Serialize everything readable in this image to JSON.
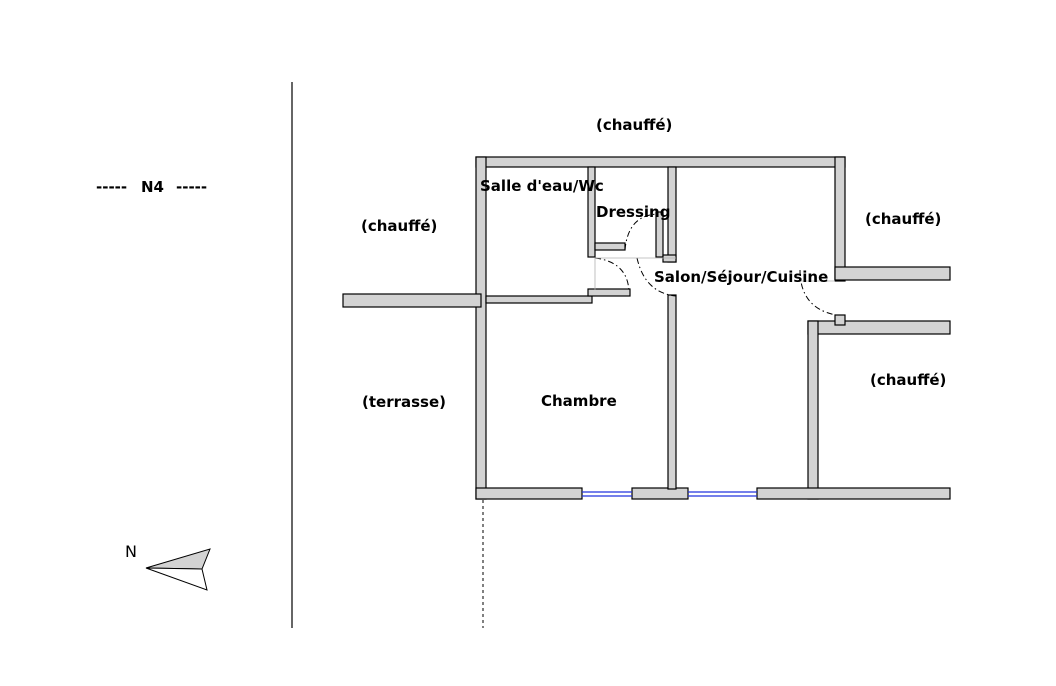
{
  "level": {
    "label": "N4",
    "dash_left": "-----",
    "dash_right": "-----"
  },
  "compass": {
    "label": "N"
  },
  "rooms": [
    {
      "key": "salle_eau",
      "label": "Salle d'eau/Wc"
    },
    {
      "key": "dressing",
      "label": "Dressing"
    },
    {
      "key": "salon",
      "label": "Salon/Séjour/Cuisine"
    },
    {
      "key": "chambre",
      "label": "Chambre"
    }
  ],
  "zones": {
    "top": "(chauffé)",
    "left": "(chauffé)",
    "terrasse": "(terrasse)",
    "right_top": "(chauffé)",
    "right_bottom": "(chauffé)"
  },
  "colors": {
    "wall_fill": "#d3d3d3",
    "wall_stroke": "#000000",
    "window": "#2233dd"
  }
}
